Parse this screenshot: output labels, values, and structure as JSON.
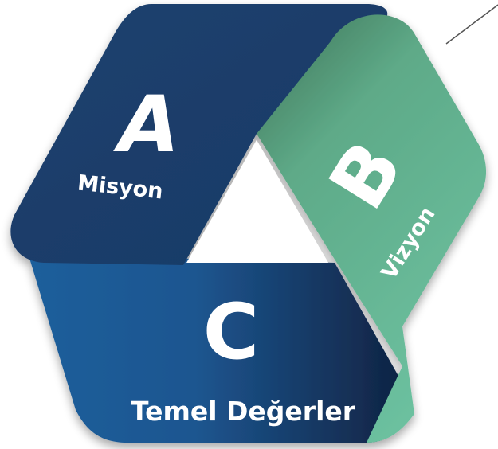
{
  "segments": {
    "a": {
      "letter": "A",
      "label": "Misyon"
    },
    "b": {
      "letter": "B",
      "label": "Vizyon"
    },
    "c": {
      "letter": "C",
      "label": "Temel Değerler"
    }
  },
  "colors": {
    "a_fill": "#1b3f6e",
    "b_fill_light": "#6cc09f",
    "b_fill_dark": "#3e7256",
    "c_fill_light": "#1f5f9c",
    "c_fill_dark": "#0f2140",
    "text": "#ffffff",
    "line": "#555555"
  }
}
